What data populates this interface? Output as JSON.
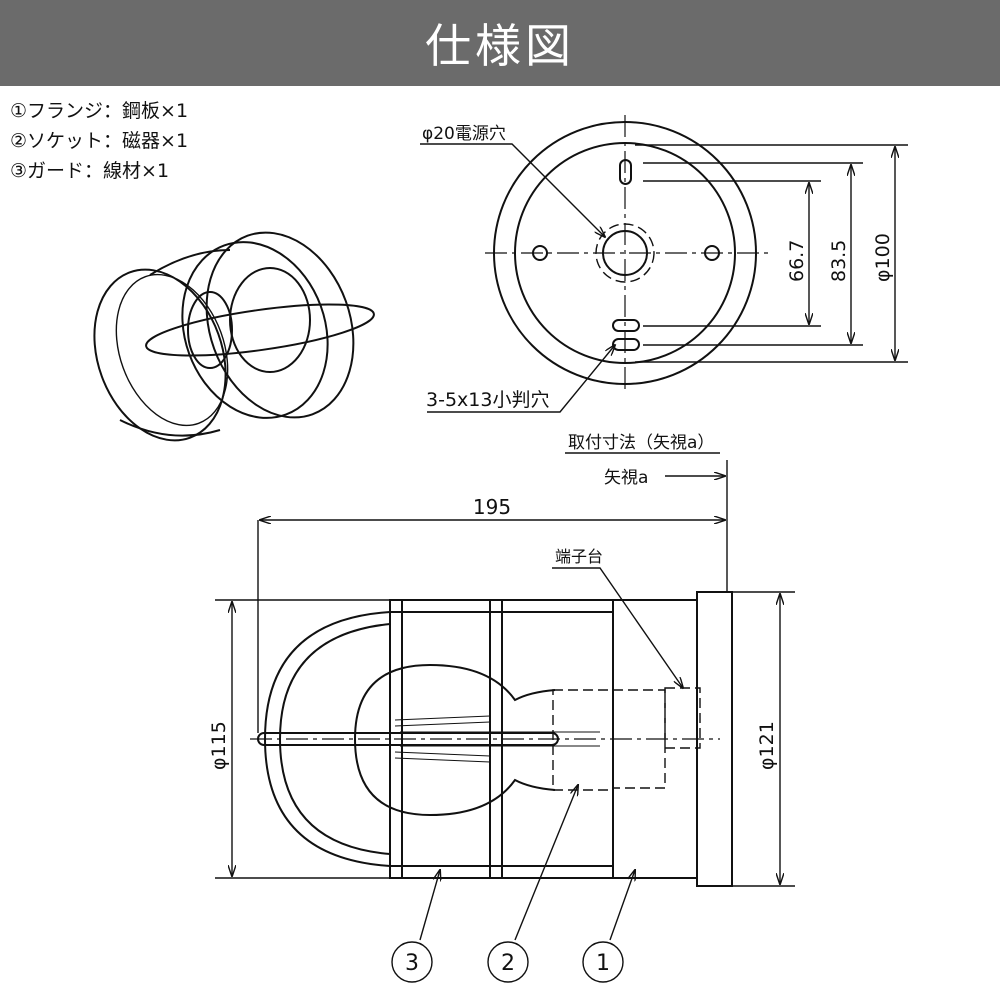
{
  "title": "仕様図",
  "parts": [
    {
      "label": "①フランジ：鋼板×1"
    },
    {
      "label": "②ソケット：磁器×1"
    },
    {
      "label": "③ガード：線材×1"
    }
  ],
  "top_view": {
    "power_hole": "φ20電源穴",
    "slot_holes": "3-5x13小判穴",
    "dim_inner": "66.7",
    "dim_mid": "83.5",
    "dim_outer": "φ100"
  },
  "side_view": {
    "mount_dim_title": "取付寸法（矢視a）",
    "arrow_view": "矢視a",
    "length": "195",
    "terminal_block": "端子台",
    "guard_dia": "φ115",
    "flange_dia": "φ121",
    "callouts": [
      "3",
      "2",
      "1"
    ]
  }
}
